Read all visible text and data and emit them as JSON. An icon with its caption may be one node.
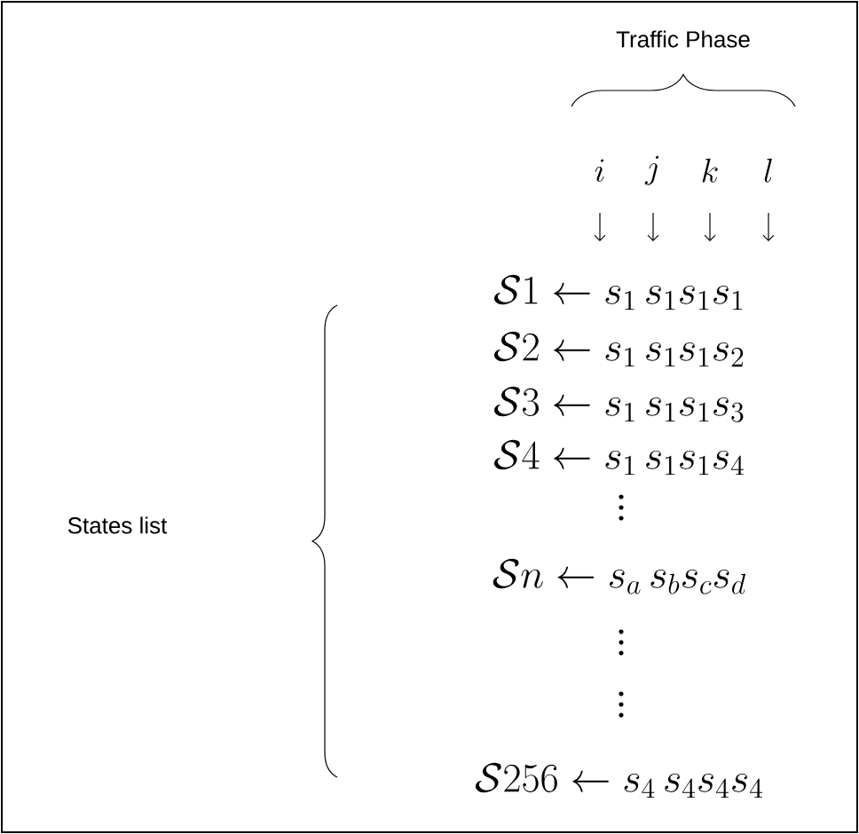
{
  "diagram": {
    "labels": [
      "Traffic Phase",
      "i",
      "j",
      "k",
      "l",
      "States list",
      "\\mathcal{S}1 \\leftarrow s_1\\, s_1 s_1 s_1",
      "\\mathcal{S}2 \\leftarrow s_1\\, s_1 s_1 s_2",
      "\\mathcal{S}3 \\leftarrow s_1\\, s_1 s_1 s_3",
      "\\mathcal{S}4 \\leftarrow s_1\\, s_1 s_1 s_4",
      "\\mathcal{S}n \\leftarrow s_a\\, s_b s_c s_d",
      "\\mathcal{S}256 \\leftarrow s_4\\, s_4 s_4 s_4"
    ]
  }
}
